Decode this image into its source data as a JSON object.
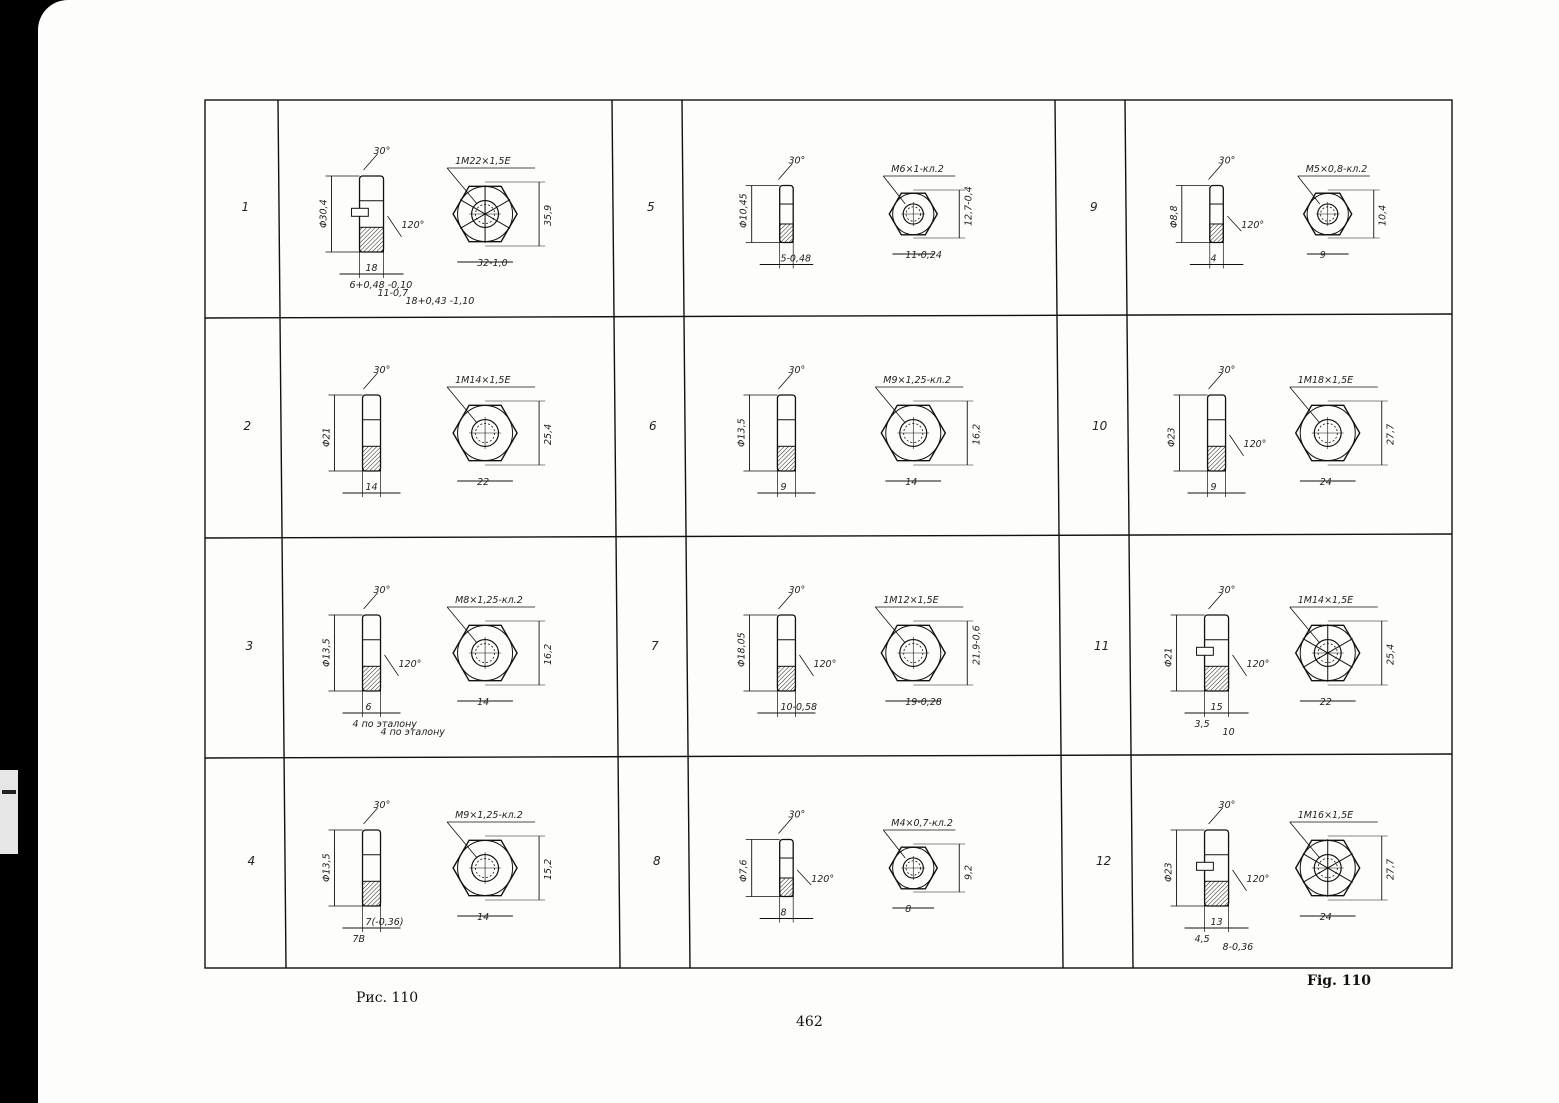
{
  "page": {
    "caption_left": "Рис. 110",
    "caption_right": "Fig. 110",
    "page_number": "462"
  },
  "nuts": [
    {
      "num": "1",
      "thread": "1M22×1,5E",
      "angle": "30°",
      "angle2": "120°",
      "diameter": "Φ30,4",
      "height": "18",
      "across_flats": "32-1,0",
      "across_corners": "35,9",
      "extra": [
        "6+0,48 -0,10",
        "11-0,7",
        "18+0,43 -1,10"
      ],
      "type": "castle"
    },
    {
      "num": "2",
      "thread": "1M14×1,5E",
      "angle": "30°",
      "angle2": "",
      "diameter": "Φ21",
      "height": "14",
      "across_flats": "22",
      "across_corners": "25,4",
      "extra": [],
      "type": "plain"
    },
    {
      "num": "3",
      "thread": "M8×1,25-кл.2",
      "angle": "30°",
      "angle2": "120°",
      "diameter": "Φ13,5",
      "height": "6",
      "across_flats": "14",
      "across_corners": "16,2",
      "extra": [
        "4 по эталону",
        "4 по эталону"
      ],
      "type": "plain"
    },
    {
      "num": "4",
      "thread": "M9×1,25-кл.2",
      "angle": "30°",
      "angle2": "",
      "diameter": "Φ13,5",
      "height": "7(-0,36)",
      "across_flats": "14",
      "across_corners": "15,2",
      "extra": [
        "7В"
      ],
      "type": "plain"
    },
    {
      "num": "5",
      "thread": "M6×1-кл.2",
      "angle": "30°",
      "angle2": "",
      "diameter": "Φ10,45",
      "height": "5-0,48",
      "across_flats": "11-0,24",
      "across_corners": "12,7-0,4",
      "extra": [],
      "type": "plain"
    },
    {
      "num": "6",
      "thread": "M9×1,25-кл.2",
      "angle": "30°",
      "angle2": "",
      "diameter": "Φ13,5",
      "height": "9",
      "across_flats": "14",
      "across_corners": "16,2",
      "extra": [],
      "type": "plain"
    },
    {
      "num": "7",
      "thread": "1M12×1,5E",
      "angle": "30°",
      "angle2": "120°",
      "diameter": "Φ18,05",
      "height": "10-0,58",
      "across_flats": "19-0,28",
      "across_corners": "21,9-0,6",
      "extra": [],
      "type": "plain"
    },
    {
      "num": "8",
      "thread": "M4×0,7-кл.2",
      "angle": "30°",
      "angle2": "120°",
      "diameter": "Φ7,6",
      "height": "8",
      "across_flats": "8",
      "across_corners": "9,2",
      "extra": [],
      "type": "plain"
    },
    {
      "num": "9",
      "thread": "M5×0,8-кл.2",
      "angle": "30°",
      "angle2": "120°",
      "diameter": "Φ8,8",
      "height": "4",
      "across_flats": "9",
      "across_corners": "10,4",
      "extra": [],
      "type": "plain"
    },
    {
      "num": "10",
      "thread": "1M18×1,5E",
      "angle": "30°",
      "angle2": "120°",
      "diameter": "Φ23",
      "height": "9",
      "across_flats": "24",
      "across_corners": "27,7",
      "extra": [],
      "type": "plain"
    },
    {
      "num": "11",
      "thread": "1M14×1,5E",
      "angle": "30°",
      "angle2": "120°",
      "diameter": "Φ21",
      "height": "15",
      "across_flats": "22",
      "across_corners": "25,4",
      "extra": [
        "3,5",
        "10"
      ],
      "type": "castle"
    },
    {
      "num": "12",
      "thread": "1M16×1,5E",
      "angle": "30°",
      "angle2": "120°",
      "diameter": "Φ23",
      "height": "13",
      "across_flats": "24",
      "across_corners": "27,7",
      "extra": [
        "4,5",
        "8-0,36"
      ],
      "type": "castle"
    }
  ]
}
